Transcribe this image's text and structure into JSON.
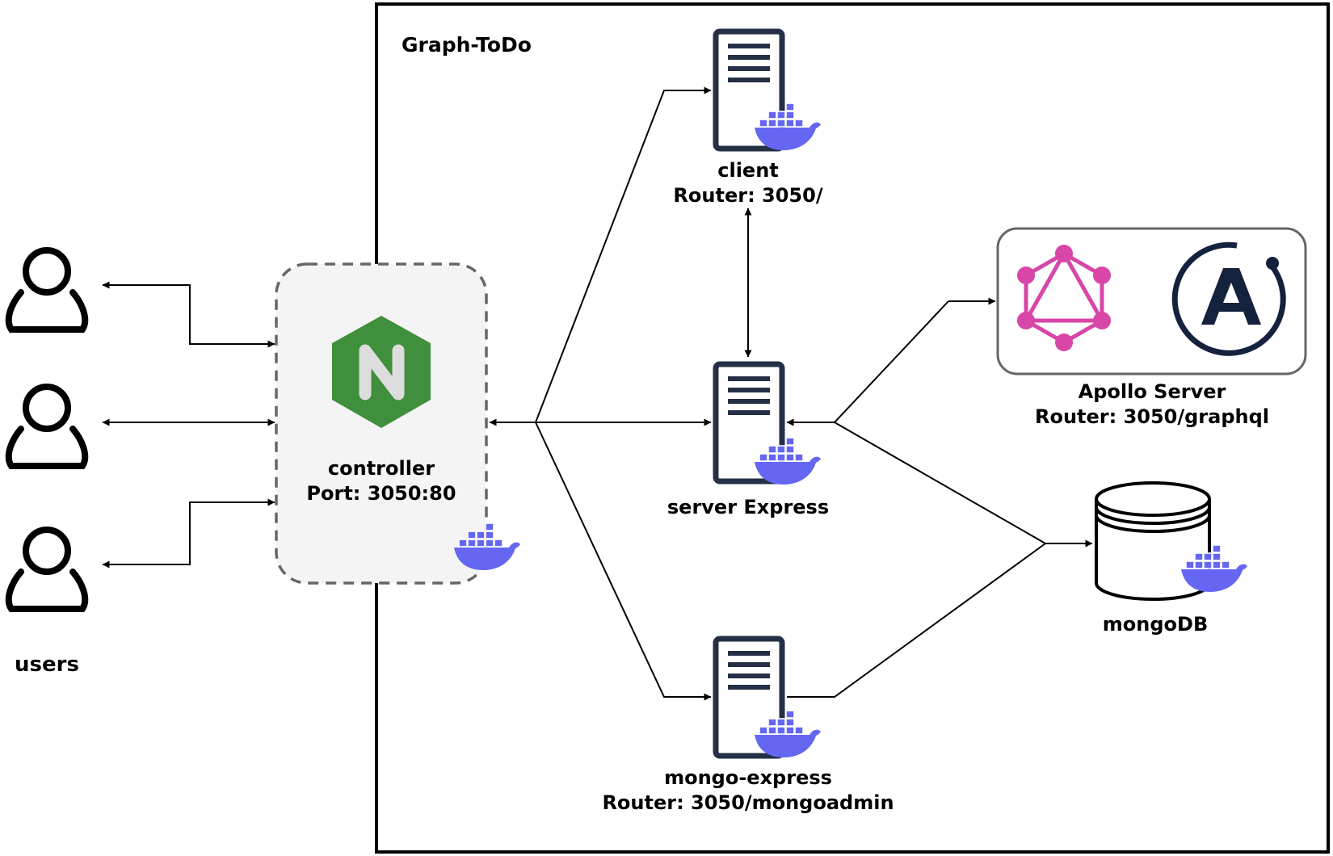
{
  "title": "Graph-ToDo",
  "users": {
    "label": "users"
  },
  "controller": {
    "name": "controller",
    "port": "Port: 3050:80"
  },
  "client": {
    "name": "client",
    "route": "Router: 3050/"
  },
  "server": {
    "name": "server Express"
  },
  "mongo_express": {
    "name": "mongo-express",
    "route": "Router: 3050/mongoadmin"
  },
  "apollo": {
    "name": "Apollo Server",
    "route": "Router: 3050/graphql"
  },
  "mongodb": {
    "name": "mongoDB"
  },
  "colors": {
    "border": "#000000",
    "server_icon": "#253046",
    "docker": "#6567f2",
    "nginx": "#3f8f3c",
    "graphql": "#d846a8",
    "apollo": "#15223e",
    "controller_fill": "#f4f4f4",
    "controller_border": "#666666"
  },
  "icons": [
    "user-icon",
    "nginx-icon",
    "server-icon",
    "docker-icon",
    "graphql-icon",
    "apollo-icon",
    "database-icon"
  ]
}
